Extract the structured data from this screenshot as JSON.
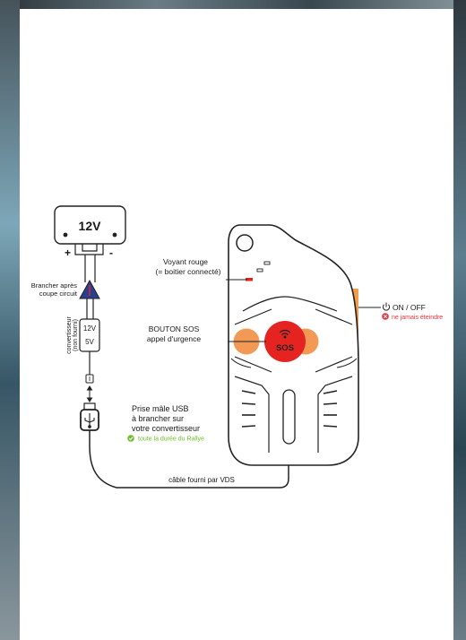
{
  "battery": {
    "voltage": "12V",
    "plus": "+",
    "minus": "-"
  },
  "fuse": {
    "label_line1": "Brancher après",
    "label_line2": "coupe circuit"
  },
  "converter": {
    "input": "12V",
    "output": "5V",
    "side_line1": "convertisseur",
    "side_line2": "(non fourni)"
  },
  "usb_plug": {
    "line1": "Prise mâle USB",
    "line2": "à brancher sur",
    "line3": "votre convertisseur",
    "note": "toute la durée du Rallye"
  },
  "cable": {
    "label": "câble fourni par VDS"
  },
  "device": {
    "led_label_line1": "Voyant rouge",
    "led_label_line2": "(= boitier connecté)",
    "sos_label_line1": "BOUTON SOS",
    "sos_label_line2": "appel d'urgence",
    "sos_button_text": "SOS",
    "power_label": "ON / OFF",
    "power_warning": "ne jamais éteindre"
  },
  "colors": {
    "sos_red": "#e52421",
    "button_orange": "#f29a55",
    "side_orange": "#f39c4d",
    "check_green": "#6cbf2a",
    "warning_red": "#e8323a",
    "fuse_blue": "#2a3f8f",
    "line": "#222222"
  },
  "icons": [
    "usb-icon",
    "power-icon",
    "check-icon",
    "cross-icon",
    "wifi-icon",
    "fuse-icon",
    "arrow-updown-icon"
  ]
}
